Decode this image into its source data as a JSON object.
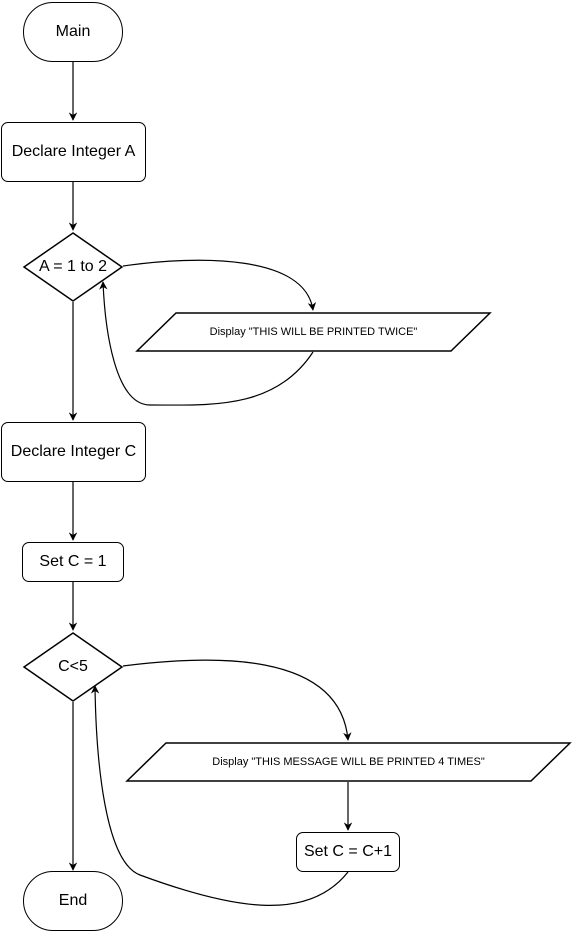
{
  "flowchart": {
    "start": {
      "label": "Main"
    },
    "declare_a": {
      "label": "Declare Integer A"
    },
    "loop_a": {
      "label": "A = 1 to 2"
    },
    "display_twice": {
      "label": "Display \"THIS WILL BE PRINTED TWICE\""
    },
    "declare_c": {
      "label": "Declare Integer C"
    },
    "set_c": {
      "label": "Set C = 1"
    },
    "loop_c": {
      "label": "C<5"
    },
    "display_four": {
      "label": "Display \"THIS MESSAGE WILL BE PRINTED 4 TIMES\""
    },
    "increment_c": {
      "label": "Set C = C+1"
    },
    "end": {
      "label": "End"
    }
  },
  "colors": {
    "stroke": "#000000",
    "fill": "#ffffff"
  }
}
